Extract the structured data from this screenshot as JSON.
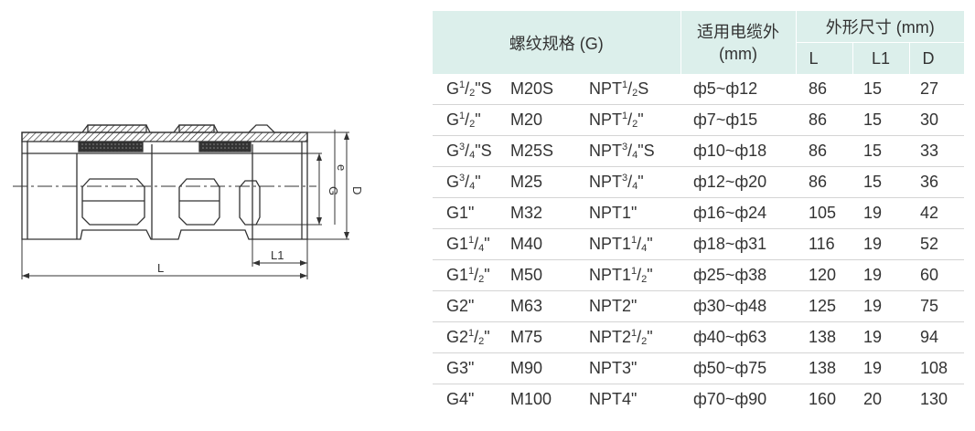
{
  "drawing": {
    "labels": {
      "length": "L",
      "length1": "L1",
      "thread": "G",
      "cable": "e",
      "diameter": "D"
    }
  },
  "table": {
    "header": {
      "thread_spec": "螺纹规格 (G)",
      "cable_od_line1": "适用电缆外",
      "cable_od_line2": "(mm)",
      "dimensions": "外形尺寸 (mm)",
      "col_L": "L",
      "col_L1": "L1",
      "col_D": "D"
    },
    "rows": [
      {
        "g": [
          "G",
          "1",
          "/",
          "2",
          "\"S"
        ],
        "m": "M20S",
        "npt": [
          "NPT",
          "1",
          "/",
          "2",
          "S"
        ],
        "cable": "ф5~ф12",
        "L": "86",
        "L1": "15",
        "D": "27"
      },
      {
        "g": [
          "G",
          "1",
          "/",
          "2",
          "\""
        ],
        "m": "M20",
        "npt": [
          "NPT",
          "1",
          "/",
          "2",
          "\""
        ],
        "cable": "ф7~ф15",
        "L": "86",
        "L1": "15",
        "D": "30"
      },
      {
        "g": [
          "G",
          "3",
          "/",
          "4",
          "\"S"
        ],
        "m": "M25S",
        "npt": [
          "NPT",
          "3",
          "/",
          "4",
          "\"S"
        ],
        "cable": "ф10~ф18",
        "L": "86",
        "L1": "15",
        "D": "33"
      },
      {
        "g": [
          "G",
          "3",
          "/",
          "4",
          "\""
        ],
        "m": "M25",
        "npt": [
          "NPT",
          "3",
          "/",
          "4",
          "\""
        ],
        "cable": "ф12~ф20",
        "L": "86",
        "L1": "15",
        "D": "36"
      },
      {
        "g": [
          "G1\"",
          "",
          "",
          "",
          ""
        ],
        "m": "M32",
        "npt": [
          "NPT1\"",
          "",
          "",
          "",
          ""
        ],
        "cable": "ф16~ф24",
        "L": "105",
        "L1": "19",
        "D": "42"
      },
      {
        "g": [
          "G1",
          "1",
          "/",
          "4",
          "\""
        ],
        "m": "M40",
        "npt": [
          "NPT1",
          "1",
          "/",
          "4",
          "\""
        ],
        "cable": "ф18~ф31",
        "L": "116",
        "L1": "19",
        "D": "52"
      },
      {
        "g": [
          "G1",
          "1",
          "/",
          "2",
          "\""
        ],
        "m": "M50",
        "npt": [
          "NPT1",
          "1",
          "/",
          "2",
          "\""
        ],
        "cable": "ф25~ф38",
        "L": "120",
        "L1": "19",
        "D": "60"
      },
      {
        "g": [
          "G2\"",
          "",
          "",
          "",
          ""
        ],
        "m": "M63",
        "npt": [
          "NPT2\"",
          "",
          "",
          "",
          ""
        ],
        "cable": "ф30~ф48",
        "L": "125",
        "L1": "19",
        "D": "75"
      },
      {
        "g": [
          "G2",
          "1",
          "/",
          "2",
          "\""
        ],
        "m": "M75",
        "npt": [
          "NPT2",
          "1",
          "/",
          "2",
          "\""
        ],
        "cable": "ф40~ф63",
        "L": "138",
        "L1": "19",
        "D": "94"
      },
      {
        "g": [
          "G3\"",
          "",
          "",
          "",
          ""
        ],
        "m": "M90",
        "npt": [
          "NPT3\"",
          "",
          "",
          "",
          ""
        ],
        "cable": "ф50~ф75",
        "L": "138",
        "L1": "19",
        "D": "108"
      },
      {
        "g": [
          "G4\"",
          "",
          "",
          "",
          ""
        ],
        "m": "M100",
        "npt": [
          "NPT4\"",
          "",
          "",
          "",
          ""
        ],
        "cable": "ф70~ф90",
        "L": "160",
        "L1": "20",
        "D": "130"
      }
    ]
  },
  "colors": {
    "header_bg": "#dcefeb",
    "text": "#333333",
    "row_border": "#d4d4d4",
    "line": "#333333"
  }
}
